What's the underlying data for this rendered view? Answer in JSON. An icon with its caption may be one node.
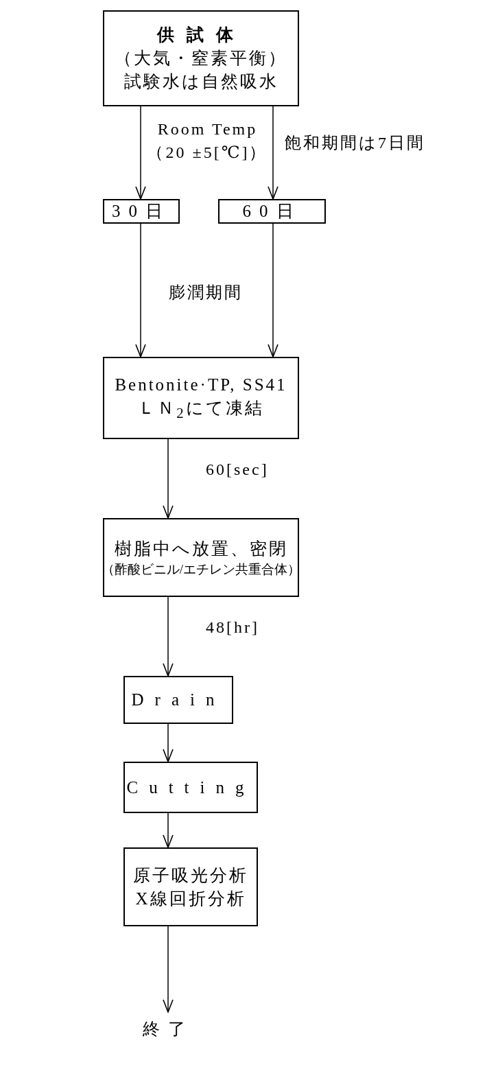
{
  "diagram": {
    "nodes": [
      {
        "text": [
          "供試体",
          "（大気・窒素平衡）",
          "試験水は自然吸水"
        ]
      },
      {
        "text": [
          "30日"
        ]
      },
      {
        "text": [
          "60日"
        ]
      },
      {
        "text": [
          "Bentonite·TP, SS41",
          "ＬＮ$_{2}$にて凍結"
        ]
      },
      {
        "text": [
          "樹脂中へ放置、密閉",
          "（酢酸ビニル/エチレン共重合体）"
        ]
      },
      {
        "text": [
          "Drain"
        ]
      },
      {
        "text": [
          "Cutting"
        ]
      },
      {
        "text": [
          "原子吸光分析",
          "X線回折分析"
        ]
      },
      {
        "text": [
          "終了"
        ]
      }
    ],
    "edges": [
      {
        "from": 0,
        "to": 1,
        "arrow": "to"
      },
      {
        "from": 0,
        "to": 2,
        "arrow": "to",
        "label": "飽和期間は7日間"
      },
      {
        "from": 1,
        "to": 3,
        "arrow": "to"
      },
      {
        "from": 2,
        "to": 3,
        "arrow": "to"
      },
      {
        "from": 3,
        "to": 4,
        "arrow": "to",
        "label": "60[sec]"
      },
      {
        "from": 4,
        "to": 5,
        "arrow": "to",
        "label": "48[hr]"
      },
      {
        "from": 5,
        "to": 6,
        "arrow": "to"
      },
      {
        "from": 6,
        "to": 7,
        "arrow": "to"
      },
      {
        "from": 7,
        "to": 8,
        "arrow": "to"
      }
    ],
    "labels": [
      "Room Temp （20 ±5[℃]）",
      "膨潤期間"
    ]
  }
}
